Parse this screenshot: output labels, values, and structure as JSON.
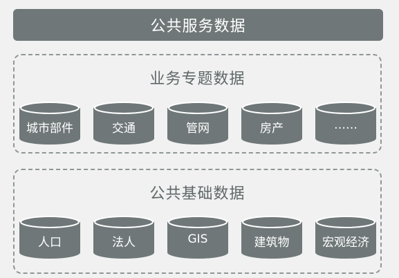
{
  "header": {
    "title": "公共服务数据"
  },
  "groups": [
    {
      "title": "业务专题数据",
      "items": [
        "城市部件",
        "交通",
        "管网",
        "房产",
        "……"
      ]
    },
    {
      "title": "公共基础数据",
      "items": [
        "人口",
        "法人",
        "GIS",
        "建筑物",
        "宏观经济"
      ]
    }
  ],
  "colors": {
    "fill": "#6f7778",
    "border": "#8f9596",
    "background": "#f1f1f1"
  }
}
